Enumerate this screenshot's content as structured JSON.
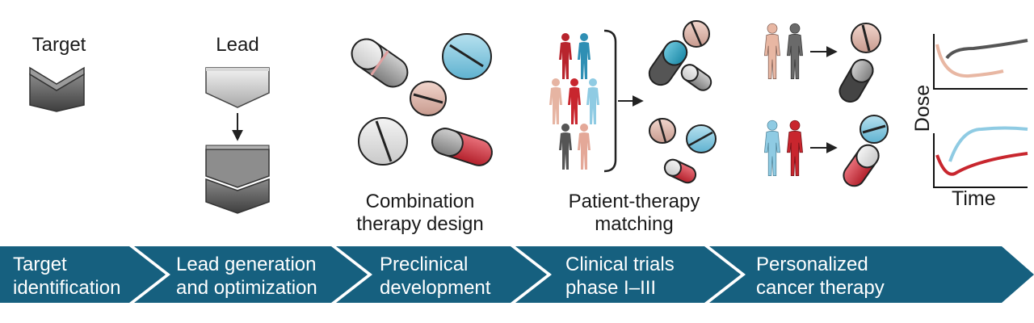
{
  "labels": {
    "target": "Target",
    "lead": "Lead",
    "combination": [
      "Combination",
      "therapy design"
    ],
    "matching": [
      "Patient-therapy",
      "matching"
    ]
  },
  "chart_axes": {
    "ylabel": "Dose",
    "xlabel": "Time"
  },
  "pipeline": [
    {
      "lines": [
        "Target",
        "identification"
      ]
    },
    {
      "lines": [
        "Lead generation",
        "and optimization"
      ]
    },
    {
      "lines": [
        "Preclinical",
        "development"
      ]
    },
    {
      "lines": [
        "Clinical trials",
        "phase I–III"
      ]
    },
    {
      "lines": [
        "Personalized",
        "cancer therapy"
      ]
    }
  ],
  "colors": {
    "band": "#16607f",
    "red": "#c8262e",
    "light_blue": "#8fcbe3",
    "teal": "#3aa7c4",
    "pink": "#e8b4a6",
    "gray": "#6e6e6e",
    "dark_gray": "#4a4a4a"
  }
}
